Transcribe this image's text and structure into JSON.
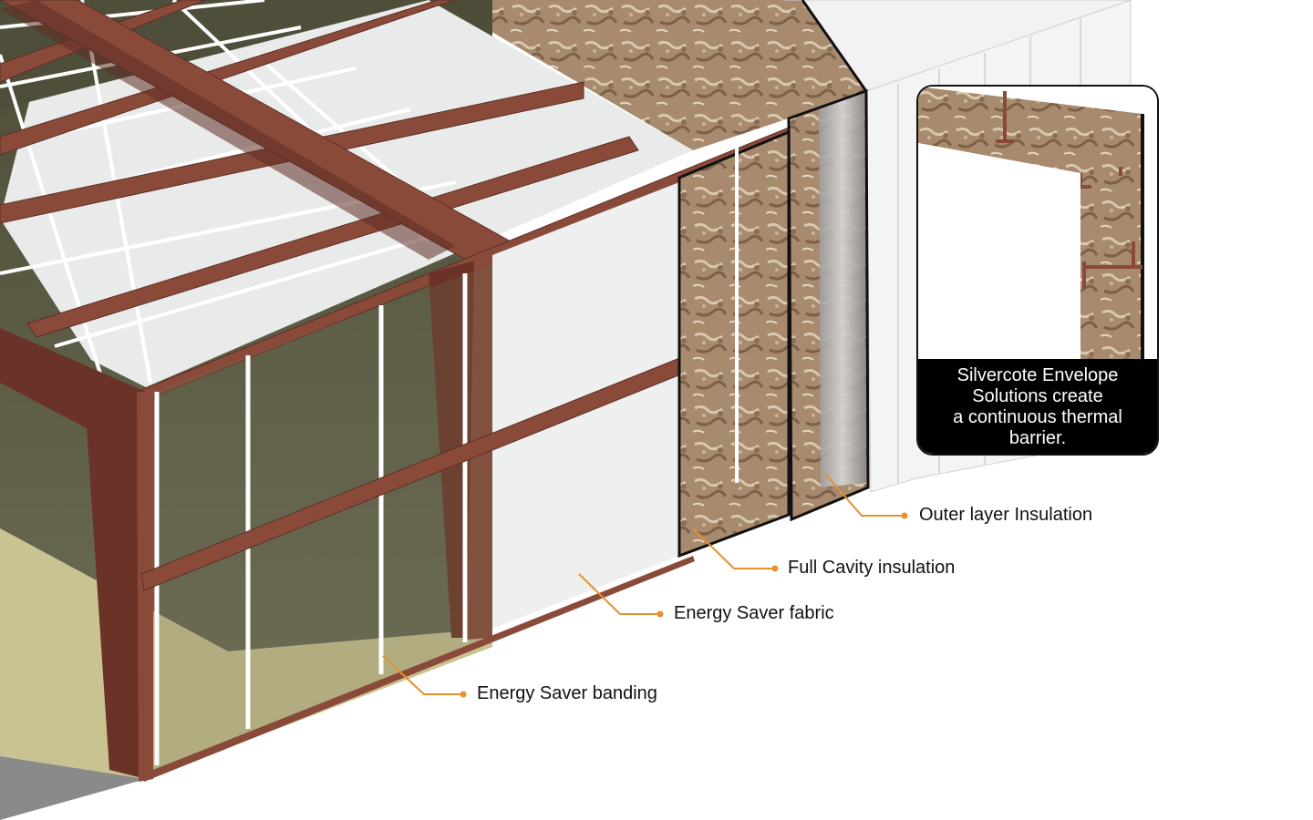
{
  "callouts": [
    {
      "id": "outer-layer-insulation",
      "label": "Outer layer Insulation"
    },
    {
      "id": "full-cavity-insulation",
      "label": "Full Cavity insulation"
    },
    {
      "id": "energy-saver-fabric",
      "label": "Energy Saver fabric"
    },
    {
      "id": "energy-saver-banding",
      "label": "Energy Saver banding"
    }
  ],
  "inset": {
    "caption_lines": [
      "Silvercote Envelope",
      "Solutions create",
      "a continuous thermal",
      "barrier."
    ]
  },
  "colors": {
    "steel_frame": "#8a4a3a",
    "steel_frame_dark": "#5e2e24",
    "fiberglass": "#a88a6e",
    "fabric_white": "#eef0ef",
    "interior_olive": "#5a5a44",
    "floor_khaki": "#c8c391",
    "leader_orange": "#e8902a",
    "outer_panel": "#f4f4f4"
  }
}
